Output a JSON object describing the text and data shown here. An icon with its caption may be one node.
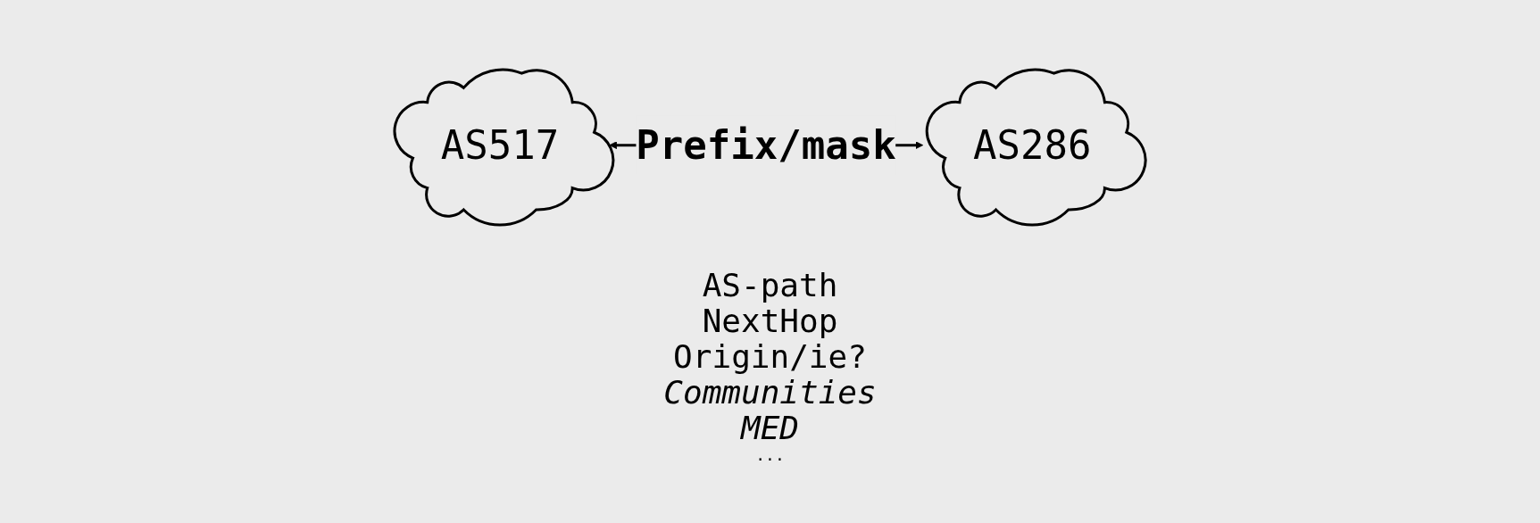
{
  "diagram": {
    "nodes": [
      {
        "text": [
          "AS517"
        ]
      },
      {
        "text": [
          "AS286"
        ]
      }
    ],
    "edges": [
      {
        "from": 0,
        "to": 1,
        "arrow": "both",
        "label": "Prefix/mask"
      }
    ],
    "labels": [
      "AS-path",
      "NextHop",
      "Origin/ie?",
      "Communities",
      "MED",
      "..."
    ]
  }
}
